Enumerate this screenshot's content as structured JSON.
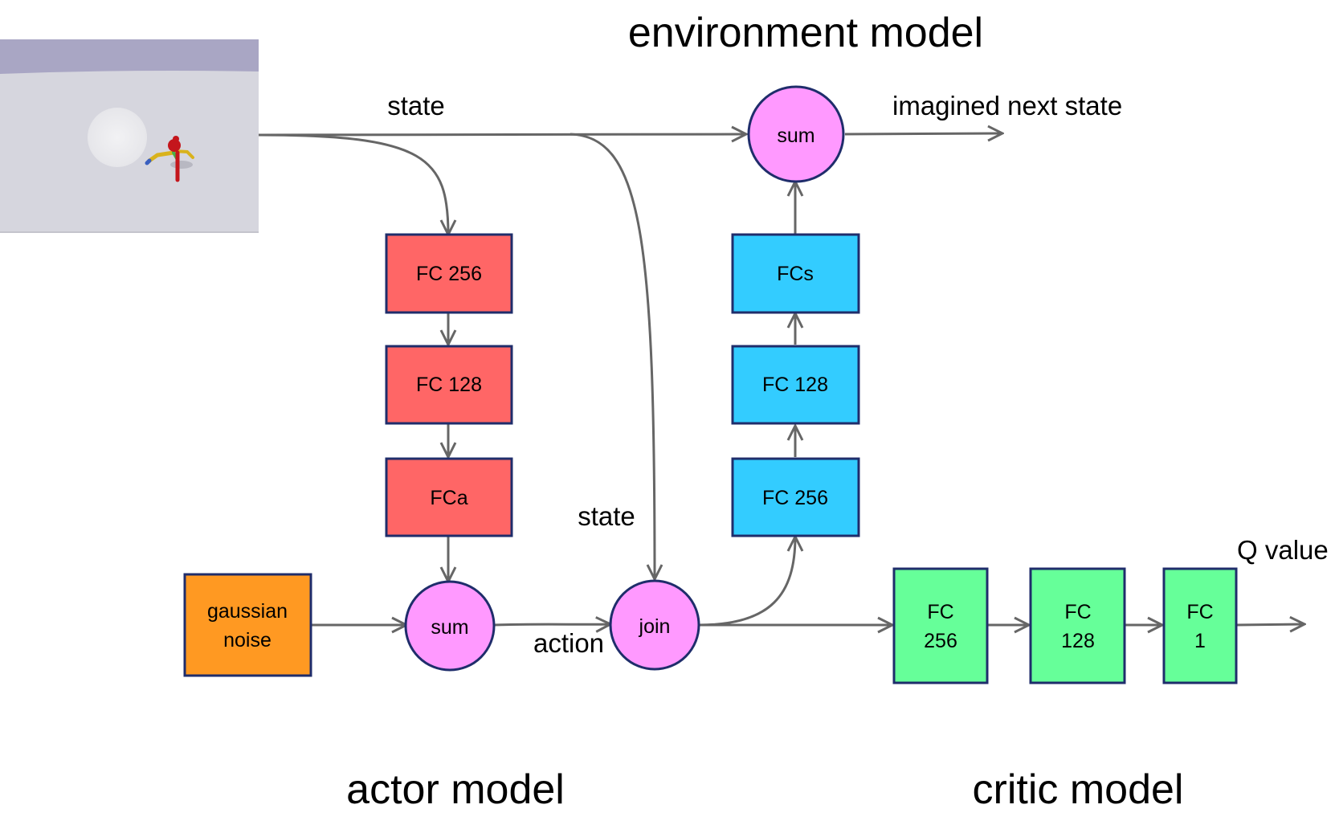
{
  "titles": {
    "environment": "environment model",
    "actor": "actor model",
    "critic": "critic model"
  },
  "labels": {
    "state_top": "state",
    "state_mid": "state",
    "action": "action",
    "imagined_next_state": "imagined next state",
    "q_value": "Q value"
  },
  "actor": {
    "fc1": "FC 256",
    "fc2": "FC 128",
    "fc3": "FCa",
    "noise_line1": "gaussian",
    "noise_line2": "noise",
    "sum": "sum"
  },
  "join": "join",
  "environment": {
    "fc1": "FC 256",
    "fc2": "FC 128",
    "fc3": "FCs",
    "sum": "sum"
  },
  "critic": {
    "fc1_line1": "FC",
    "fc1_line2": "256",
    "fc2_line1": "FC",
    "fc2_line2": "128",
    "fc3_line1": "FC",
    "fc3_line2": "1"
  },
  "colors": {
    "actor_box": "#ff6666",
    "noise_box": "#ff9922",
    "env_box": "#33ccff",
    "critic_box": "#66ff99",
    "node_circle": "#ff99ff",
    "border": "#1f2d6b",
    "arrow": "#666666"
  }
}
